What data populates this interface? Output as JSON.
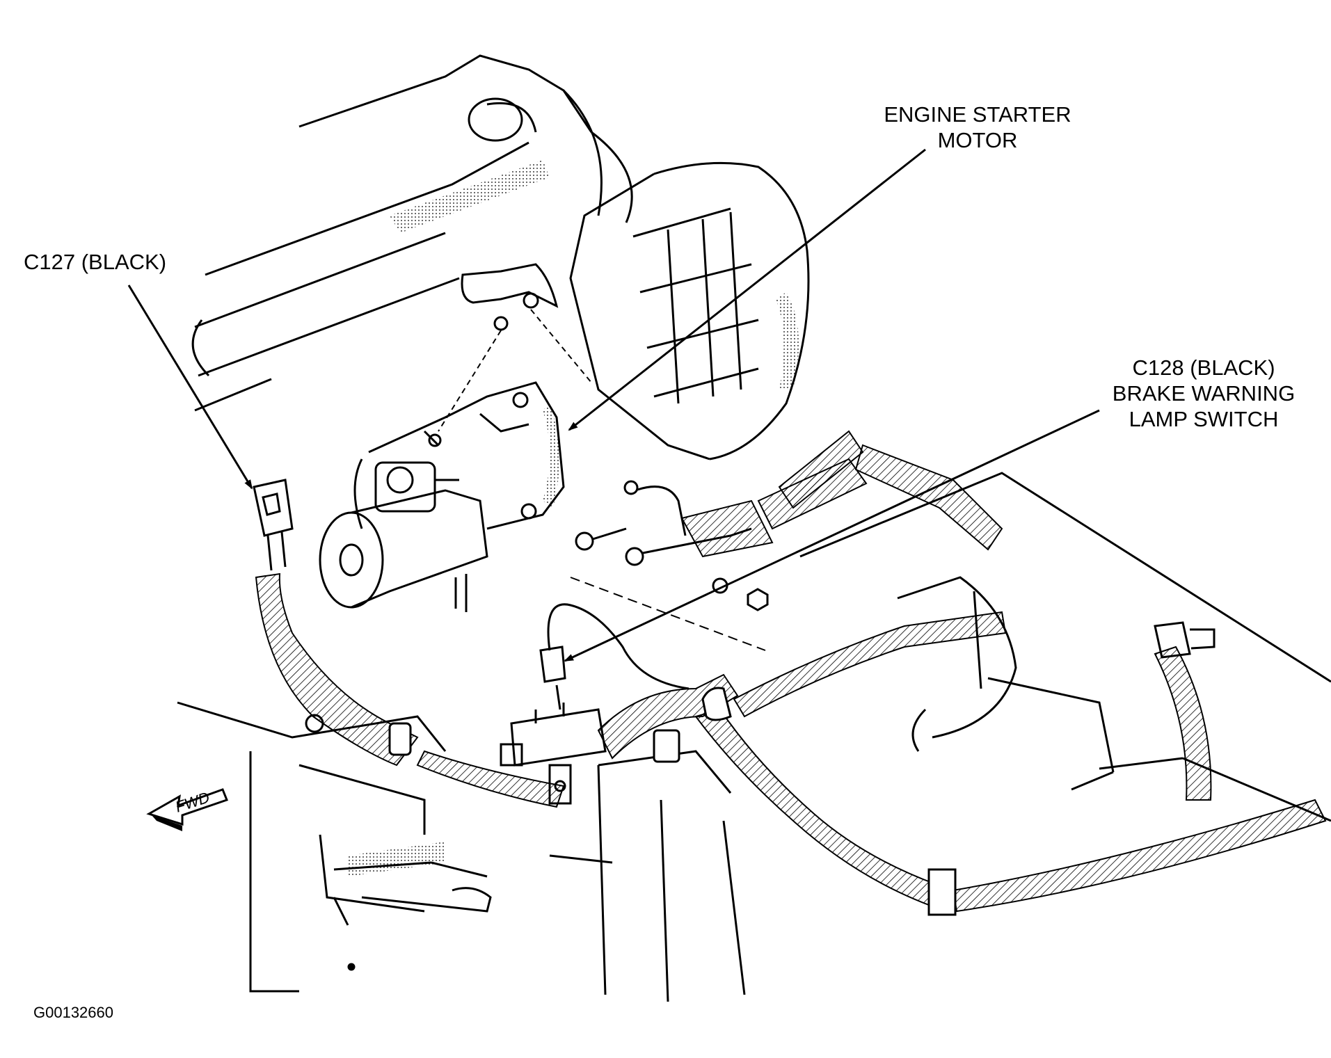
{
  "labels": {
    "starter_line1": "ENGINE STARTER",
    "starter_line2": "MOTOR",
    "c127": "C127 (BLACK)",
    "c128_line1": "C128 (BLACK)",
    "c128_line2": "BRAKE WARNING",
    "c128_line3": "LAMP SWITCH",
    "fwd": "FWD"
  },
  "figure_id": "G00132660"
}
